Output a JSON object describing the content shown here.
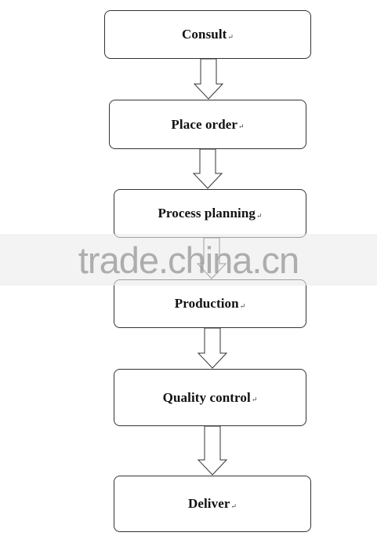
{
  "steps": [
    {
      "label": "Consult"
    },
    {
      "label": "Place order"
    },
    {
      "label": "Process planning"
    },
    {
      "label": "Production"
    },
    {
      "label": "Quality control"
    },
    {
      "label": "Deliver"
    }
  ],
  "paragraph_mark": "↵",
  "watermark": "trade.china.cn"
}
